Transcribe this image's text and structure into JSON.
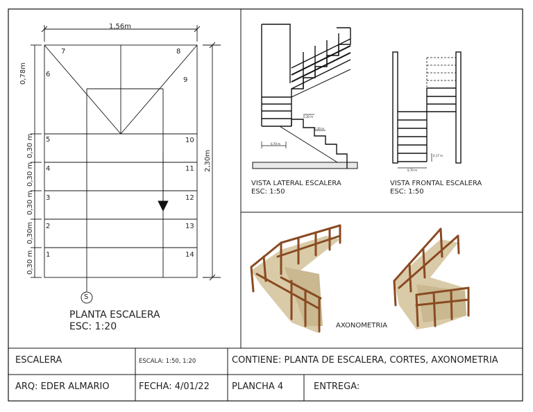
{
  "plan": {
    "width_dim": "1,56m",
    "upper_dim": "0,78m",
    "height_dim": "2,30m",
    "tread_dims": [
      "0,30 m",
      "0,30 m",
      "0,30 m",
      "0,30m",
      "0,30 m"
    ],
    "step_numbers_left": [
      "7",
      "6",
      "5",
      "4",
      "3",
      "2",
      "1"
    ],
    "step_numbers_right": [
      "8",
      "9",
      "10",
      "11",
      "12",
      "13",
      "14"
    ],
    "start_symbol": "S",
    "title": "PLANTA ESCALERA",
    "scale": "ESC: 1:20"
  },
  "side_view": {
    "title": "VISTA LATERAL ESCALERA",
    "scale": "ESC: 1:50",
    "dim_a": "0,30 m",
    "dim_b": "0,30 m",
    "dim_c": "0,70 m"
  },
  "front_view": {
    "title": "VISTA FRONTAL ESCALERA",
    "scale": "ESC: 1:50",
    "dim_bottom": "0,70 m",
    "dim_side": "0,17 m"
  },
  "axonometry": {
    "label": "AXONOMETRIA"
  },
  "title_block": {
    "project": "ESCALERA",
    "scale": "ESCALA: 1:50, 1:20",
    "contents": "CONTIENE: PLANTA DE ESCALERA, CORTES, AXONOMETRIA",
    "architect": "ARQ: EDER ALMARIO",
    "date": "FECHA: 4/01/22",
    "sheet": "PLANCHA 4",
    "delivery": "ENTREGA:"
  },
  "colors": {
    "line": "#111111",
    "wood": "#8a4a22",
    "stone": "#d9cba8"
  }
}
